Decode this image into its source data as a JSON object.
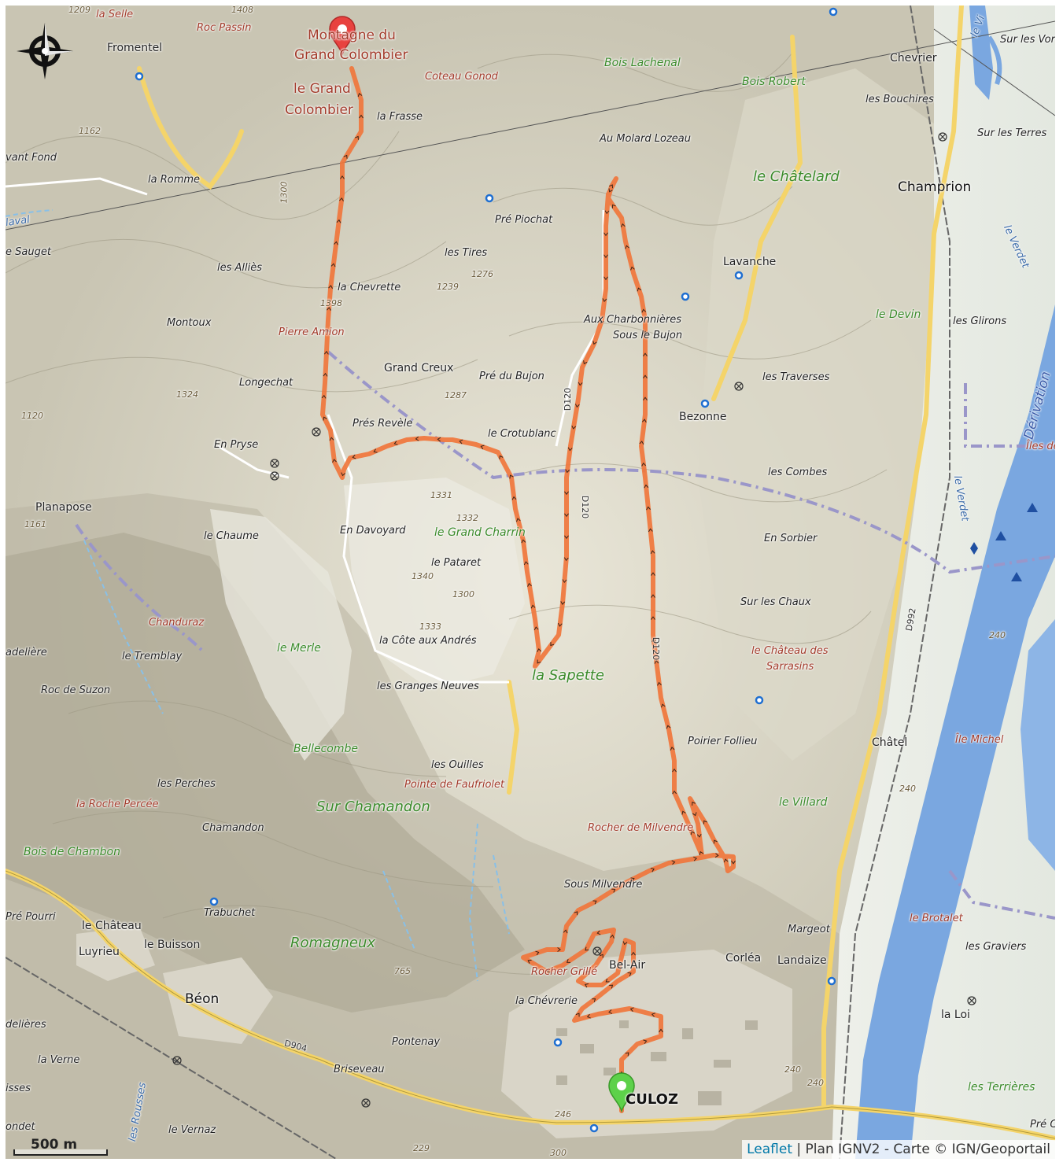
{
  "map": {
    "route_color": "#f0763c",
    "start_marker_color": "#5dd14a",
    "end_marker_color": "#e8423f",
    "start_name": "Culoz",
    "end_name": "Montagne du Grand Colombier"
  },
  "labels": {
    "la_selle": "la Selle",
    "elev_1209": "1209",
    "elev_1408": "1408",
    "roc_passin": "Roc Passin",
    "fromentel": "Fromentel",
    "montagne": "Montagne du",
    "grand_colombier_peak": "Grand Colombier",
    "coteau_gonod": "Coteau Gonod",
    "le_grand": "le Grand",
    "colombier": "Colombier",
    "la_frasse": "la Frasse",
    "elev_1162": "1162",
    "avant_fond": "vant Fond",
    "la_romme": "la Romme",
    "elev_1300a": "1300",
    "laval": "laval",
    "le_sauget": "e Sauget",
    "les_allies": "les Alliès",
    "la_chevrette": "la Chevrette",
    "elev_1398": "1398",
    "montoux": "Montoux",
    "pierre_amion": "Pierre Amion",
    "grand_creux": "Grand Creux",
    "longechat": "Longechat",
    "elev_1324": "1324",
    "elev_1120": "1120",
    "en_pryse": "En Pryse",
    "pres_revele": "Prés Revèle",
    "le_crotublanc": "le Crotublanc",
    "pre_piochat": "Pré Piochat",
    "les_tires": "les Tires",
    "elev_1276": "1276",
    "elev_1239": "1239",
    "pre_du_bujon": "Pré du Bujon",
    "elev_1287": "1287",
    "planapose": "Planapose",
    "elev_1161": "1161",
    "le_chaume": "le Chaume",
    "elev_1331": "1331",
    "elev_1332": "1332",
    "en_davoyard": "En Davoyard",
    "le_grand_charrin": "le Grand Charrin",
    "le_pataret": "le Pataret",
    "elev_1340": "1340",
    "elev_1300b": "1300",
    "chanduraz": "Chanduraz",
    "le_merle": "le Merle",
    "elev_1333": "1333",
    "la_cote_aux_andres": "la Côte aux Andrés",
    "adeliere": "adelière",
    "le_tremblay": "le Tremblay",
    "roc_de_suzon": "Roc de Suzon",
    "les_granges_neuves": "les Granges Neuves",
    "la_sapette": "la Sapette",
    "bellecombe": "Bellecombe",
    "les_ouilles": "les Ouilles",
    "pointe_de_faufriolet": "Pointe de Faufriolet",
    "les_perches": "les Perches",
    "la_roche_percee": "la Roche Percée",
    "sur_chamandon": "Sur Chamandon",
    "chamandon": "Chamandon",
    "bois_de_chambon": "Bois de Chambon",
    "trabuchet": "Trabuchet",
    "pre_pourri": "Pré Pourri",
    "le_chateau": "le Château",
    "luyrieu": "Luyrieu",
    "le_buisson": "le Buisson",
    "romagneux": "Romagneux",
    "elev_765": "765",
    "beon": "Béon",
    "delieres": "delières",
    "la_verne": "la Verne",
    "d904": "D904",
    "pontenay": "Pontenay",
    "briseveau": "Briseveau",
    "isses": "isses",
    "ondet": "ondet",
    "les_rousses": "les Rousses",
    "le_vernaz": "le Vernaz",
    "elev_229": "229",
    "elev_300": "300",
    "bois_lachenal": "Bois Lachenal",
    "bois_robert": "Bois Robert",
    "chevrier": "Chevrier",
    "les_bouchires": "les Bouchires",
    "sur_les_vor": "Sur les Vor",
    "le_vieux": "le Vi",
    "sur_les_terres": "Sur les Terres",
    "au_molard_lozeau": "Au Molard Lozeau",
    "le_chatelard": "le Châtelard",
    "champrion": "Champrion",
    "le_verdet_a": "le Verdet",
    "lavanche": "Lavanche",
    "aux_charbonnieres": "Aux Charbonnières",
    "sous_le_bujon": "Sous le Bujon",
    "le_devin": "le Devin",
    "les_glirons": "les Glirons",
    "les_traverses": "les Traverses",
    "bezonne": "Bezonne",
    "d120a": "D120",
    "d120b": "D120",
    "d120c": "D120",
    "derivation": "Dérivation",
    "iles_de": "Îles de",
    "les_combes": "les Combes",
    "le_verdet_b": "le Verdet",
    "en_sorbier": "En Sorbier",
    "sur_les_chaux": "Sur les Chaux",
    "d992": "D992",
    "elev_240a": "240",
    "le_chateau_des": "le Château des",
    "sarrasins": "Sarrasins",
    "poirier_follieu": "Poirier Follieu",
    "chatel": "Châtel",
    "ile_michel": "Île Michel",
    "elev_240b": "240",
    "le_villard": "le Villard",
    "rocher_de_milvendre": "Rocher de Milvendre",
    "sous_milvendre": "Sous Milvendre",
    "margeot": "Margeot",
    "corlea": "Corléa",
    "landaize": "Landaize",
    "le_brotalet": "le Brotalet",
    "les_graviers": "les Graviers",
    "bel_air": "Bel-Air",
    "rocher_grille": "Rocher Grillé",
    "la_chevrerie": "la Chévrerie",
    "la_loi": "la Loi",
    "elev_240c": "240",
    "elev_240d": "240",
    "les_terrieres": "les Terrières",
    "culoz": "CULOZ",
    "elev_246": "246",
    "pre_c": "Pré C"
  },
  "scale": {
    "label": "500 m"
  },
  "attribution": {
    "leaflet": "Leaflet",
    "separator": " | ",
    "text": "Plan IGNV2 - Carte © IGN/Geoportail"
  }
}
